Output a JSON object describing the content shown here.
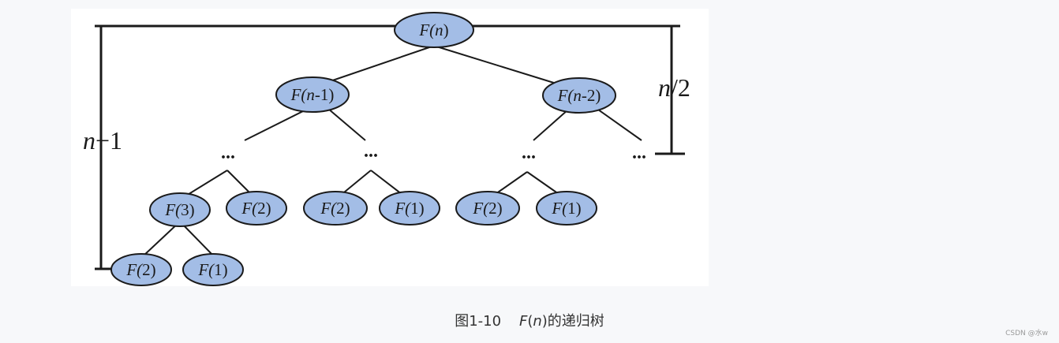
{
  "diagram": {
    "node_fill": "#a3bde6",
    "node_stroke": "#1a1a1a",
    "nodes": [
      {
        "id": "root",
        "prefix": "F(",
        "arg": "n",
        "suffix": ")"
      },
      {
        "id": "left1",
        "prefix": "F(",
        "arg": "n",
        "suffix": "-1)"
      },
      {
        "id": "right1",
        "prefix": "F(",
        "arg": "n",
        "suffix": "-2)"
      },
      {
        "id": "f3",
        "prefix": "F(",
        "arg": "",
        "suffix": "3)"
      },
      {
        "id": "f2a",
        "prefix": "F(",
        "arg": "",
        "suffix": "2)"
      },
      {
        "id": "f2b",
        "prefix": "F(",
        "arg": "",
        "suffix": "2)"
      },
      {
        "id": "f1a",
        "prefix": "F(",
        "arg": "",
        "suffix": "1)"
      },
      {
        "id": "f2c",
        "prefix": "F(",
        "arg": "",
        "suffix": "2)"
      },
      {
        "id": "f1b",
        "prefix": "F(",
        "arg": "",
        "suffix": "1)"
      },
      {
        "id": "f2d",
        "prefix": "F(",
        "arg": "",
        "suffix": "2)"
      },
      {
        "id": "f1c",
        "prefix": "F(",
        "arg": "",
        "suffix": "1)"
      }
    ],
    "ellipsis": "...",
    "left_height_label": {
      "var": "n",
      "rest": "−1"
    },
    "right_height_label": {
      "var": "n",
      "rest": "/2"
    }
  },
  "caption": {
    "prefix": "图1-10",
    "f": "F",
    "open": "(",
    "arg": "n",
    "close": ")",
    "suffix": "的递归树"
  },
  "watermark": "CSDN @水w"
}
